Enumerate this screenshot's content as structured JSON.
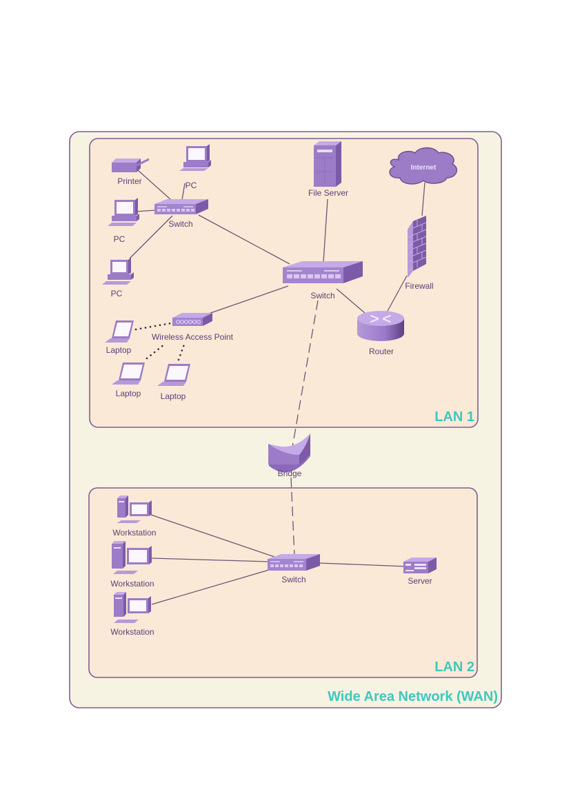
{
  "diagram": {
    "title": "Wide Area Network (WAN)",
    "colors": {
      "wan_fill": "#f7f3e2",
      "lan_fill": "#fae9d6",
      "border": "#7e5c96",
      "device": "#9c7cc6",
      "device_dark": "#7d5aa8",
      "device_light": "#c0a6e2",
      "label_text": "#5a3e78",
      "region_label": "#3ec8c0"
    },
    "regions": {
      "wan": "Wide Area Network (WAN)",
      "lan1": "LAN 1",
      "lan2": "LAN 2"
    },
    "nodes": {
      "printer": "Printer",
      "pc_top": "PC",
      "pc_left": "PC",
      "pc_bottom": "PC",
      "switch_small": "Switch",
      "file_server": "File Server",
      "internet": "Internet",
      "firewall": "Firewall",
      "switch_main": "Switch",
      "router": "Router",
      "wap": "Wireless Access Point",
      "laptop_1": "Laptop",
      "laptop_2": "Laptop",
      "laptop_3": "Laptop",
      "bridge": "Bridge",
      "workstation_1": "Workstation",
      "workstation_2": "Workstation",
      "workstation_3": "Workstation",
      "switch_lan2": "Switch",
      "server": "Server"
    },
    "connections": [
      {
        "from": "printer",
        "to": "switch_small",
        "style": "solid"
      },
      {
        "from": "pc_top",
        "to": "switch_small",
        "style": "solid"
      },
      {
        "from": "pc_left",
        "to": "switch_small",
        "style": "solid"
      },
      {
        "from": "pc_bottom",
        "to": "switch_small",
        "style": "solid"
      },
      {
        "from": "switch_small",
        "to": "switch_main",
        "style": "solid"
      },
      {
        "from": "file_server",
        "to": "switch_main",
        "style": "solid"
      },
      {
        "from": "switch_main",
        "to": "router",
        "style": "solid"
      },
      {
        "from": "router",
        "to": "firewall",
        "style": "solid"
      },
      {
        "from": "firewall",
        "to": "internet",
        "style": "solid"
      },
      {
        "from": "wap",
        "to": "switch_main",
        "style": "solid"
      },
      {
        "from": "laptop_1",
        "to": "wap",
        "style": "wireless"
      },
      {
        "from": "laptop_2",
        "to": "wap",
        "style": "wireless"
      },
      {
        "from": "laptop_3",
        "to": "wap",
        "style": "wireless"
      },
      {
        "from": "switch_main",
        "to": "bridge",
        "style": "dashed"
      },
      {
        "from": "bridge",
        "to": "switch_lan2",
        "style": "dashed"
      },
      {
        "from": "workstation_1",
        "to": "switch_lan2",
        "style": "solid"
      },
      {
        "from": "workstation_2",
        "to": "switch_lan2",
        "style": "solid"
      },
      {
        "from": "workstation_3",
        "to": "switch_lan2",
        "style": "solid"
      },
      {
        "from": "switch_lan2",
        "to": "server",
        "style": "solid"
      }
    ]
  }
}
